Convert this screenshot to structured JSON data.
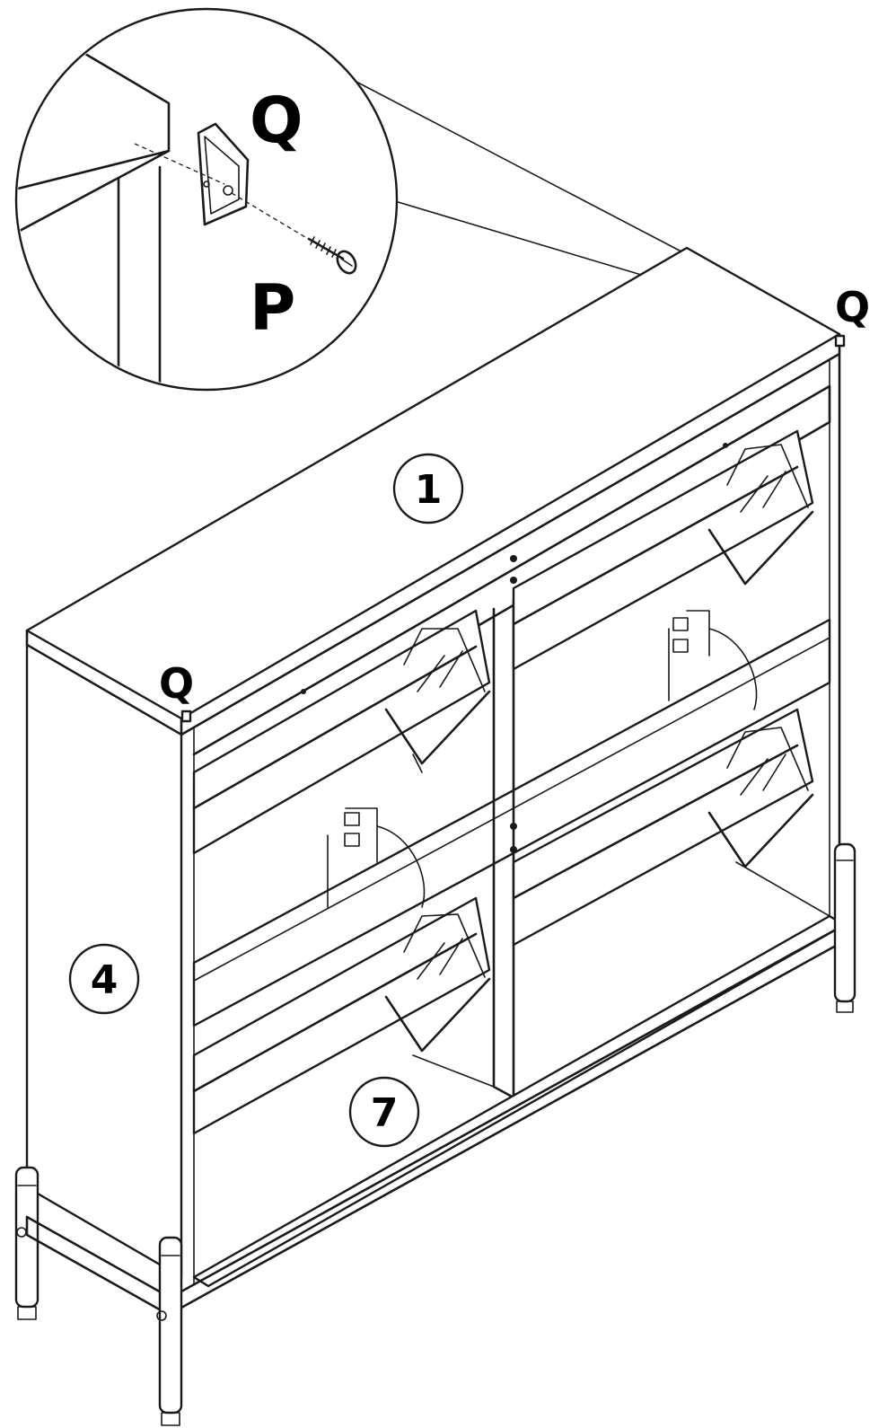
{
  "callouts": {
    "bracket_q_detail": "Q",
    "screw_p_detail": "P",
    "bracket_q_right": "Q",
    "bracket_q_left": "Q"
  },
  "part_numbers": {
    "top_panel": "1",
    "side_panel": "4",
    "bottom_panel": "7"
  }
}
